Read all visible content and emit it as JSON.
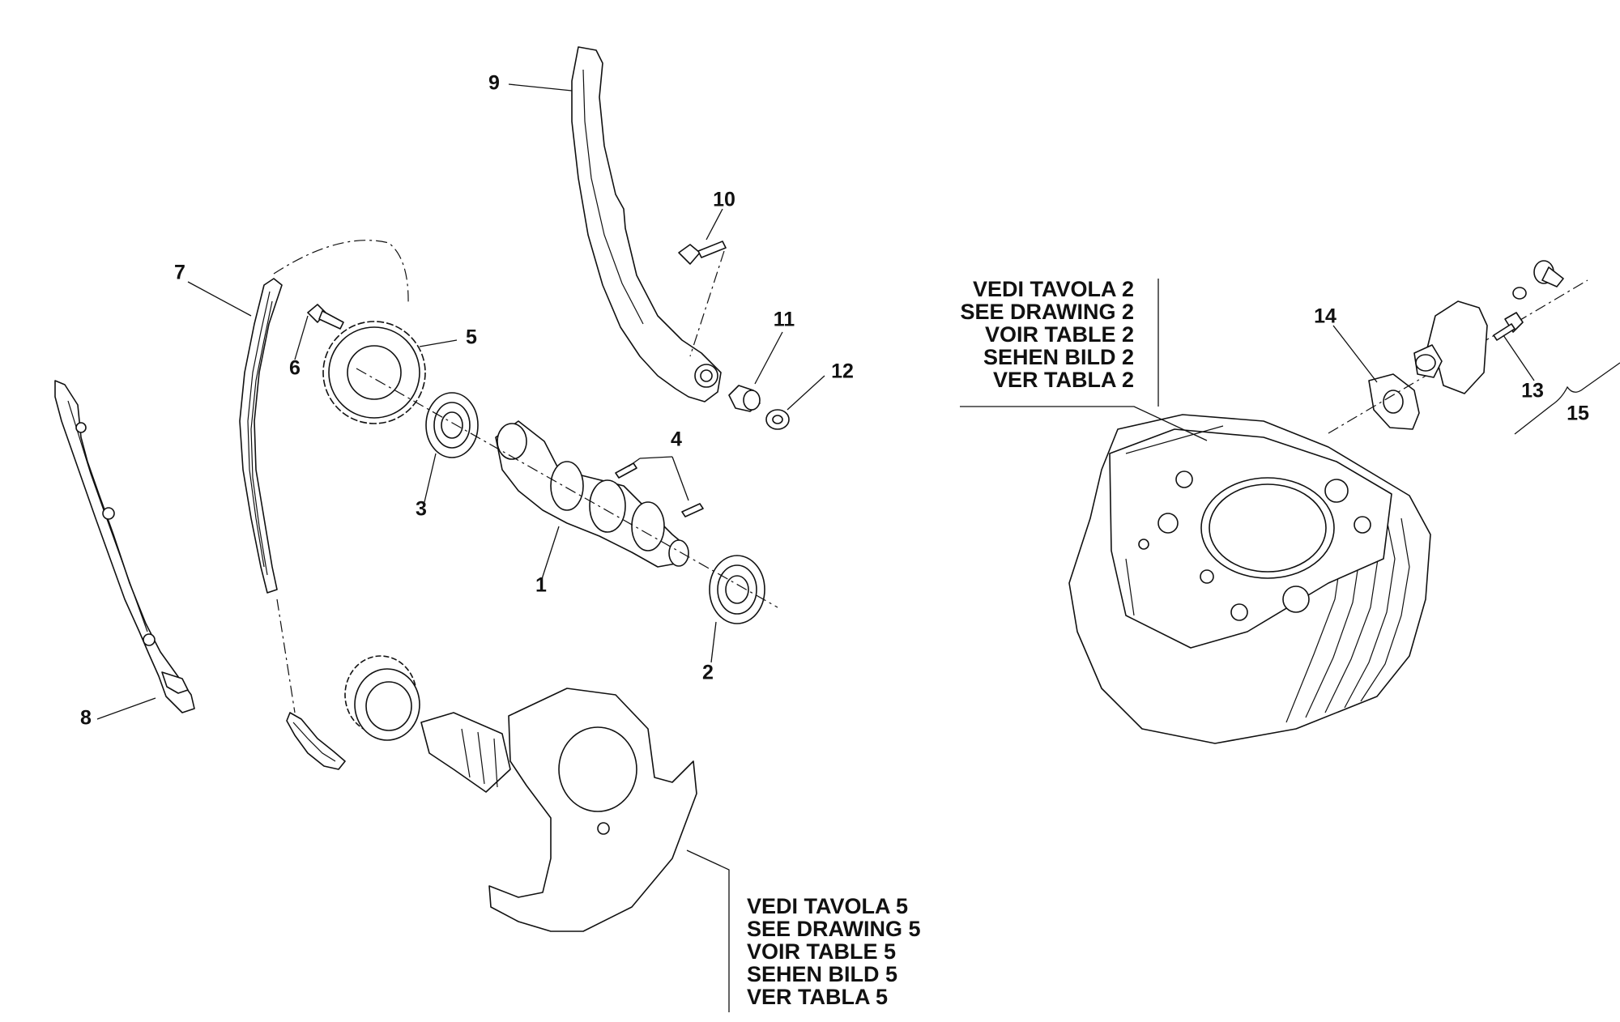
{
  "callouts": {
    "c1": "1",
    "c2": "2",
    "c3": "3",
    "c4": "4",
    "c5": "5",
    "c6": "6",
    "c7": "7",
    "c8": "8",
    "c9": "9",
    "c10": "10",
    "c11": "11",
    "c12": "12",
    "c13": "13",
    "c14": "14",
    "c15": "15"
  },
  "reference_top": [
    "VEDI TAVOLA 2",
    "SEE DRAWING 2",
    "VOIR TABLE 2",
    "SEHEN BILD 2",
    "VER TABLA 2"
  ],
  "reference_bottom": [
    "VEDI TAVOLA 5",
    "SEE DRAWING 5",
    "VOIR TABLE 5",
    "SEHEN BILD 5",
    "VER TABLA 5"
  ]
}
